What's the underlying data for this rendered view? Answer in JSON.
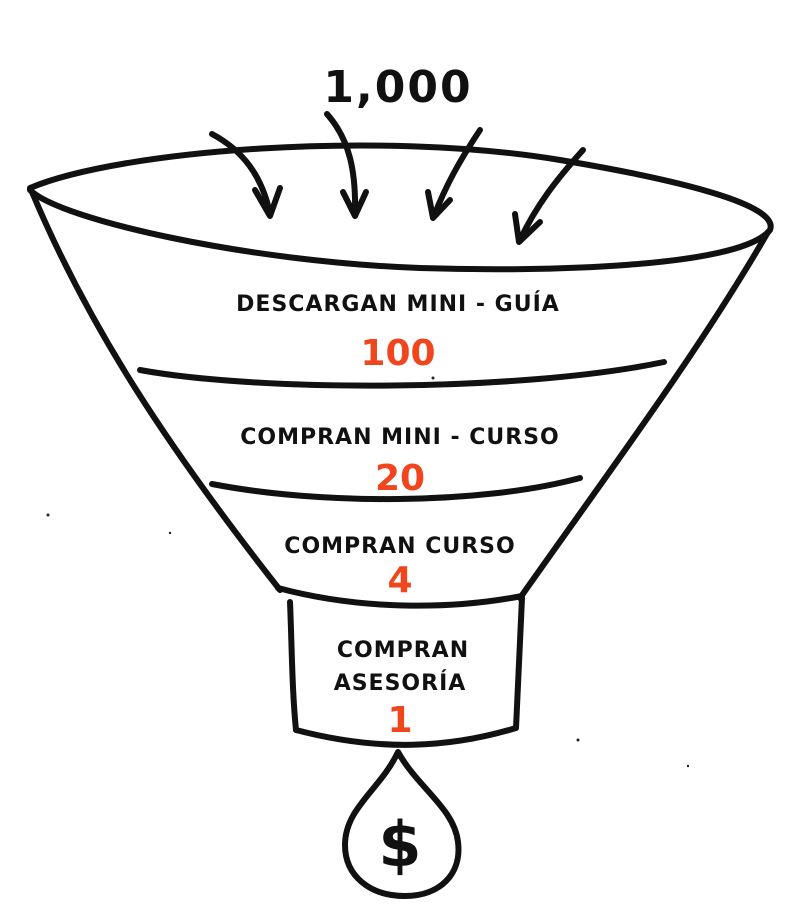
{
  "diagram": {
    "top_value": "1,000",
    "stages": [
      {
        "label": "DESCARGAN MINI - GUÍA",
        "value": "100"
      },
      {
        "label": "COMPRAN MINI - CURSO",
        "value": "20"
      },
      {
        "label": "COMPRAN CURSO",
        "value": "4"
      },
      {
        "label_line1": "COMPRAN",
        "label_line2": "ASESORÍA",
        "value": "1"
      }
    ],
    "drop_symbol": "$",
    "colors": {
      "ink": "#111111",
      "accent": "#f0461e",
      "background": "#ffffff"
    },
    "icons": [
      "arrow-down-icon",
      "money-drop-icon"
    ]
  }
}
